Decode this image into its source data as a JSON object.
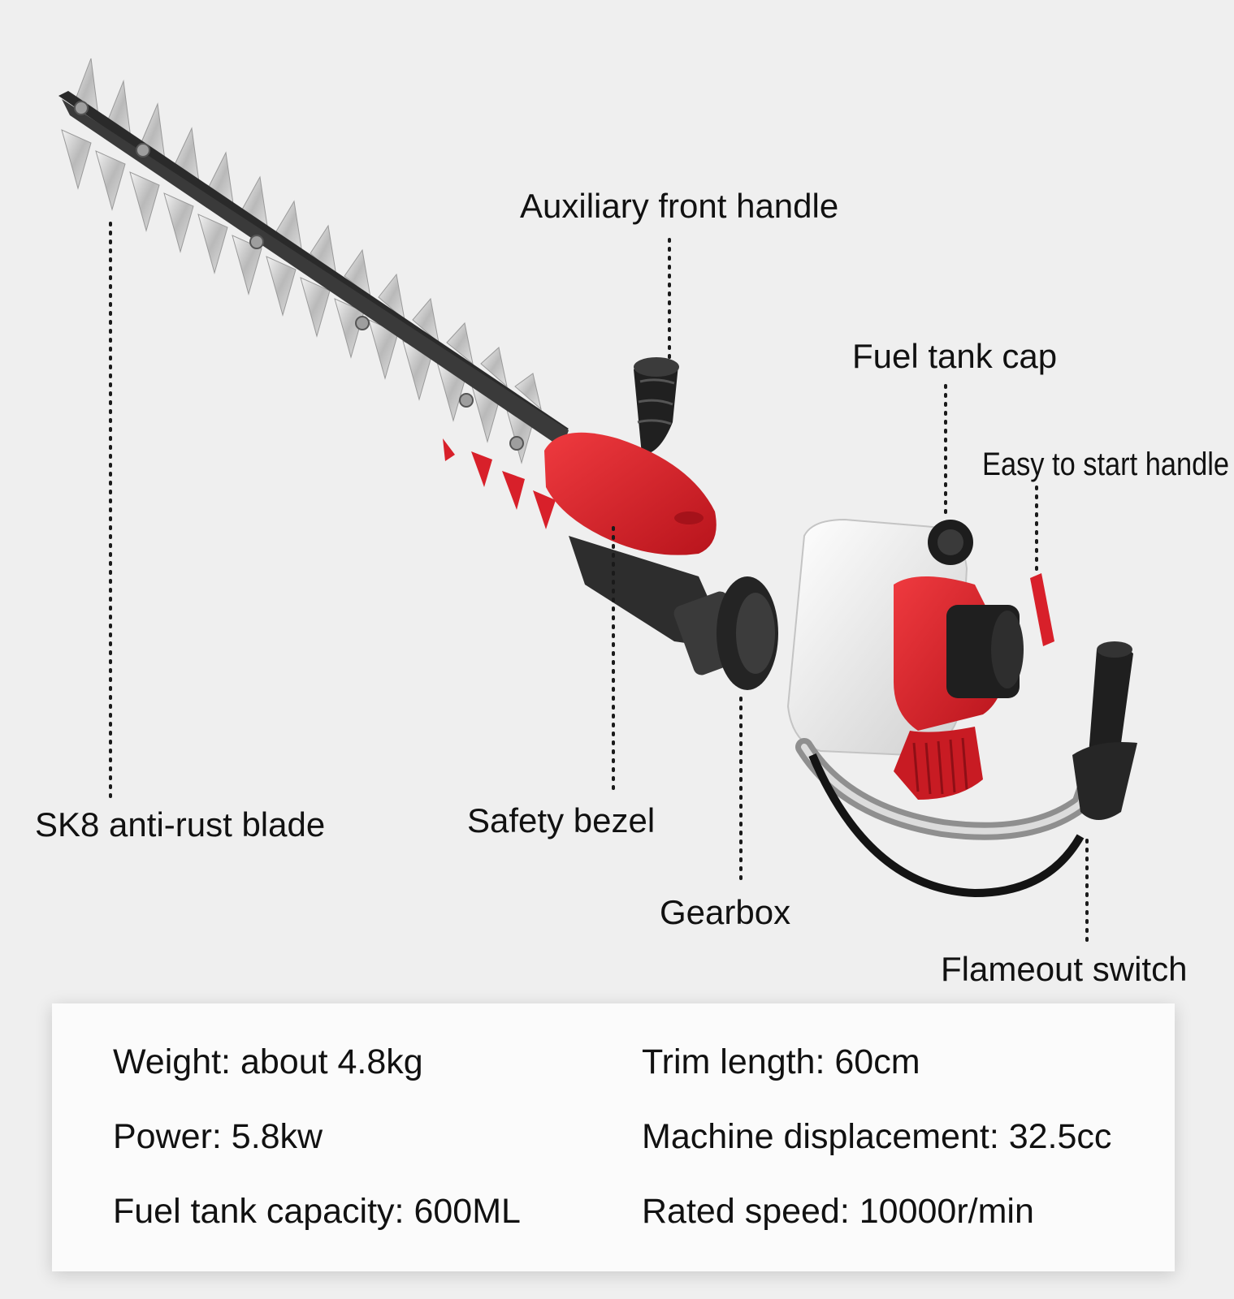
{
  "product": {
    "icon": "hedge-trimmer-icon",
    "colors": {
      "accent_red": "#d8202a",
      "body_white": "#e9e9e9",
      "metal_dark": "#2b2b2b"
    }
  },
  "callouts": {
    "auxiliary_front_handle": "Auxiliary front handle",
    "fuel_tank_cap": "Fuel tank cap",
    "easy_to_start_handle": "Easy to start handle",
    "sk8_blade": "SK8 anti-rust blade",
    "safety_bezel": "Safety bezel",
    "gearbox": "Gearbox",
    "flameout_switch": "Flameout switch"
  },
  "specs": {
    "weight": "Weight: about 4.8kg",
    "power": "Power: 5.8kw",
    "fuel_capacity": "Fuel tank capacity: 600ML",
    "trim_length": "Trim length: 60cm",
    "displacement": "Machine displacement: 32.5cc",
    "rated_speed": "Rated speed: 10000r/min"
  }
}
